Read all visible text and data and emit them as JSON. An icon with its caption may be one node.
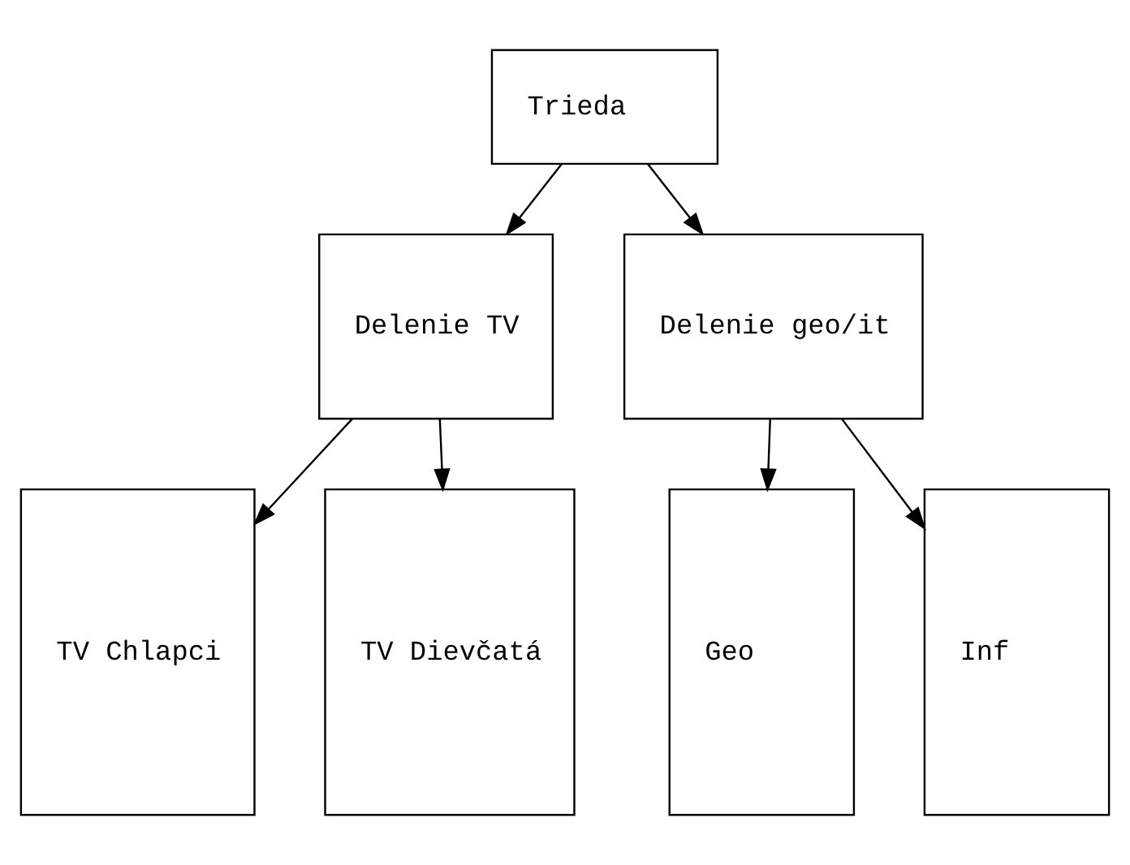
{
  "diagram": {
    "nodes": [
      {
        "text": [
          "Trieda"
        ]
      },
      {
        "text": [
          "Delenie TV"
        ]
      },
      {
        "text": [
          "Delenie geo/it"
        ]
      },
      {
        "text": [
          "TV Chlapci"
        ]
      },
      {
        "text": [
          "TV Dievčatá"
        ]
      },
      {
        "text": [
          "Geo"
        ]
      },
      {
        "text": [
          "Inf"
        ]
      }
    ],
    "edges": [
      {
        "from": 0,
        "to": 1,
        "arrow": "to"
      },
      {
        "from": 0,
        "to": 2,
        "arrow": "to"
      },
      {
        "from": 1,
        "to": 3,
        "arrow": "to"
      },
      {
        "from": 1,
        "to": 4,
        "arrow": "to"
      },
      {
        "from": 2,
        "to": 5,
        "arrow": "to"
      },
      {
        "from": 2,
        "to": 6,
        "arrow": "to"
      }
    ]
  }
}
